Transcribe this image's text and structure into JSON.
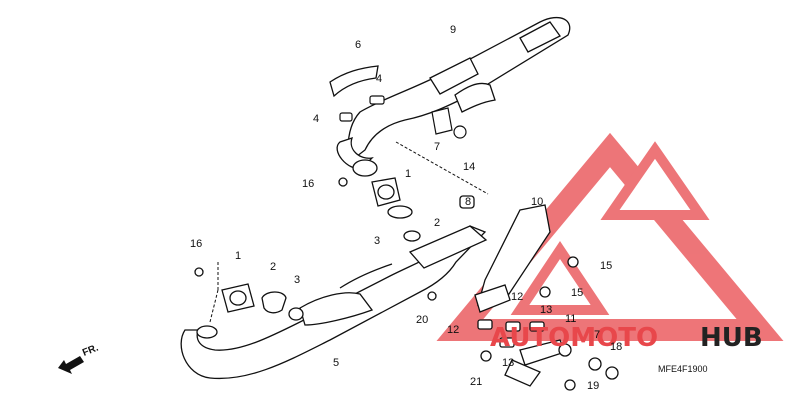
{
  "watermark": {
    "brand_red": "AUTOMOTO",
    "brand_dark": "HUB",
    "color_red": "#e8474b",
    "color_dark": "#222222"
  },
  "direction_label": "FR.",
  "diagram_code": "MFE4F1900",
  "callouts": {
    "c1a": "1",
    "c1b": "1",
    "c2a": "2",
    "c2b": "2",
    "c3a": "3",
    "c3b": "3",
    "c4a": "4",
    "c4b": "4",
    "c5": "5",
    "c6": "6",
    "c7a": "7",
    "c7b": "7",
    "c8": "8",
    "c9": "9",
    "c10": "10",
    "c11": "11",
    "c12a": "12",
    "c12b": "12",
    "c13a": "13",
    "c13b": "13",
    "c14": "14",
    "c15a": "15",
    "c15b": "15",
    "c16a": "16",
    "c16b": "16",
    "c18": "18",
    "c19": "19",
    "c20": "20",
    "c21": "21"
  }
}
